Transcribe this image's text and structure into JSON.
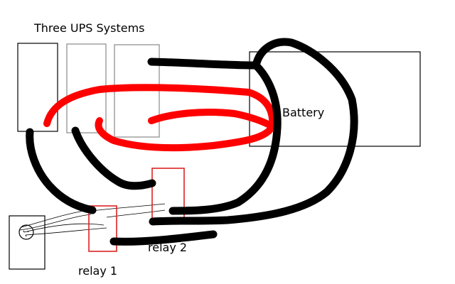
{
  "diagram": {
    "title": "Three UPS Systems",
    "battery_label": "Battery",
    "relay1_label": "relay 1",
    "relay2_label": "relay 2"
  },
  "colors": {
    "background": "#ffffff",
    "outline": "#000000",
    "ups_outline": "#888888",
    "red_wire": "#ff0000",
    "relay_outline": "#dd2222",
    "black_wire": "#000000"
  }
}
